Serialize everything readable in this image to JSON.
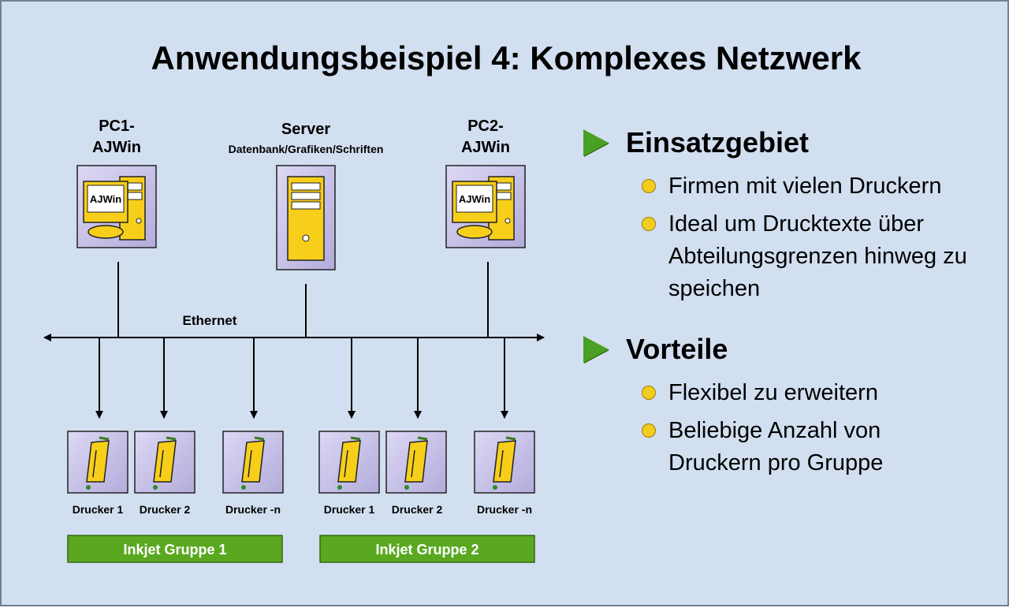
{
  "title": "Anwendungsbeispiel 4: Komplexes Netzwerk",
  "diagram": {
    "pc1": {
      "line1": "PC1-",
      "line2": "AJWin",
      "screen_label": "AJWin"
    },
    "server": {
      "line1": "Server",
      "line2": "Datenbank/Grafiken/Schriften"
    },
    "pc2": {
      "line1": "PC2-",
      "line2": "AJWin",
      "screen_label": "AJWin"
    },
    "network_label": "Ethernet",
    "printers": [
      {
        "label": "Drucker 1"
      },
      {
        "label": "Drucker 2"
      },
      {
        "label": "Drucker -n"
      },
      {
        "label": "Drucker 1"
      },
      {
        "label": "Drucker 2"
      },
      {
        "label": "Drucker -n"
      }
    ],
    "groups": [
      {
        "label": "Inkjet Gruppe 1"
      },
      {
        "label": "Inkjet Gruppe 2"
      }
    ]
  },
  "sections": [
    {
      "heading": "Einsatzgebiet",
      "items": [
        "Firmen mit vielen Druckern",
        "Ideal um Drucktexte über Abteilungsgrenzen hinweg zu speichen"
      ]
    },
    {
      "heading": "Vorteile",
      "items": [
        "Flexibel zu erweitern",
        "Beliebige Anzahl von Druckern pro Gruppe"
      ]
    }
  ],
  "colors": {
    "background": "#d2dff0",
    "node_box": "#c6c1e6",
    "device_yellow": "#f7cf1b",
    "group_green": "#5aa820",
    "arrow_green": "#4aa023",
    "bullet_yellow": "#f3cd1e"
  }
}
